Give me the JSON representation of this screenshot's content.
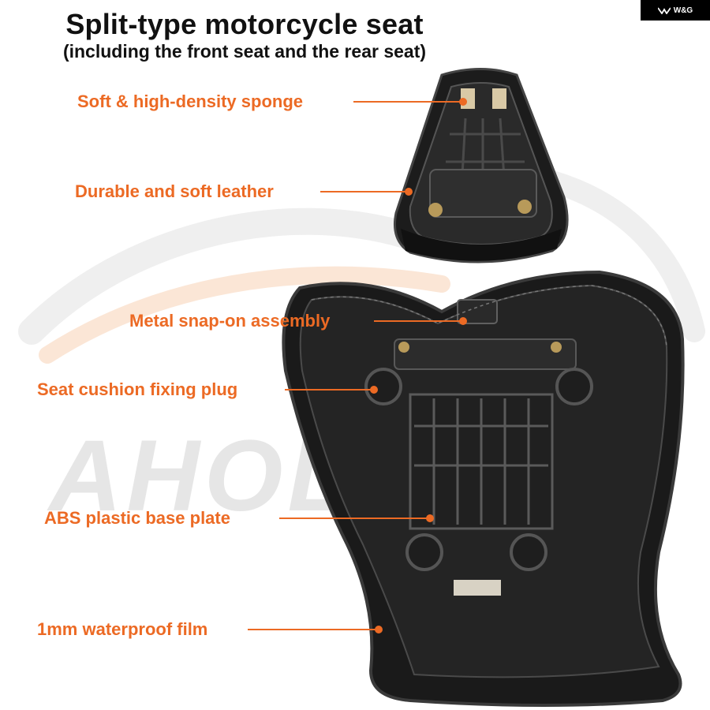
{
  "header": {
    "title": "Split-type motorcycle seat",
    "subtitle": "(including the front seat and the rear seat)"
  },
  "brand": {
    "label": "W&G",
    "icon": "wings-logo-icon"
  },
  "watermark": {
    "text": "AHOL"
  },
  "callouts": [
    {
      "id": "sponge",
      "label": "Soft & high-density sponge"
    },
    {
      "id": "leather",
      "label": "Durable and soft leather"
    },
    {
      "id": "snap",
      "label": "Metal snap-on assembly"
    },
    {
      "id": "plug",
      "label": "Seat cushion fixing plug"
    },
    {
      "id": "base",
      "label": "ABS plastic base plate"
    },
    {
      "id": "film",
      "label": "1mm waterproof film"
    }
  ],
  "colors": {
    "accent": "#ec6a24",
    "title": "#111111",
    "seat": "#1c1c1c"
  }
}
